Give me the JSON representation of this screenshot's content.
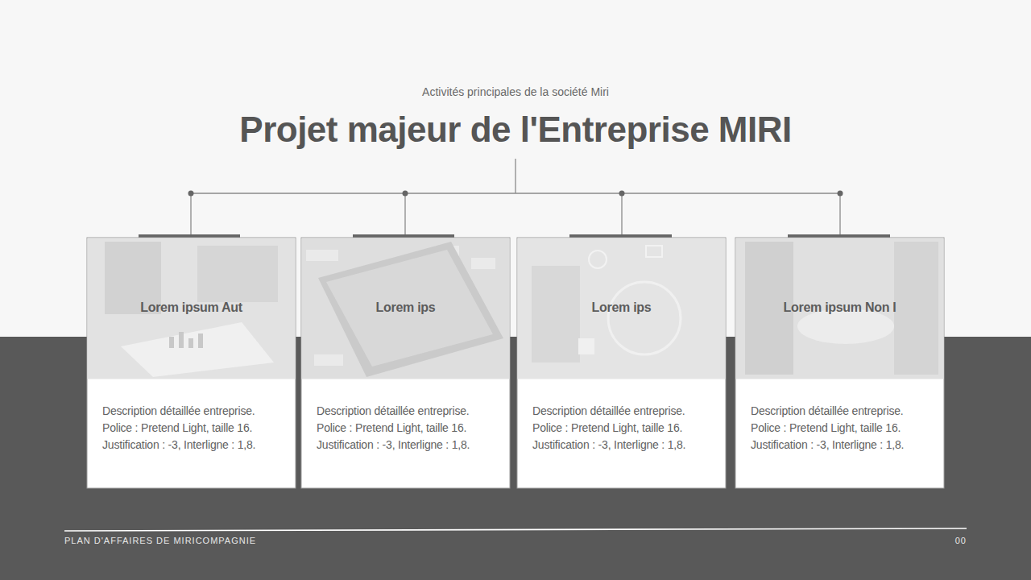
{
  "diagram": {
    "title": "Projet majeur de l'Entreprise MIRI",
    "nodes": [
      {
        "text": [
          "Lorem ipsum Aut",
          "Description détaillée entreprise. Police : Pretend Light, taille 16. Justification : -3, Interligne : 1,8."
        ]
      },
      {
        "text": [
          "Lorem ips",
          "Description détaillée entreprise. Police : Pretend Light, taille 16. Justification : -3, Interligne : 1,8."
        ]
      },
      {
        "text": [
          "Lorem ips",
          "Description détaillée entreprise. Police : Pretend Light, taille 16. Justification : -3, Interligne : 1,8."
        ]
      },
      {
        "text": [
          "Lorem ipsum Non I",
          "Description détaillée entreprise. Police : Pretend Light, taille 16. Justification : -3, Interligne : 1,8."
        ]
      }
    ],
    "labels": [
      "Activités principales de la société Miri",
      "PLAN D'AFFAIRES DE MIRICOMPAGNIE",
      "00"
    ]
  }
}
